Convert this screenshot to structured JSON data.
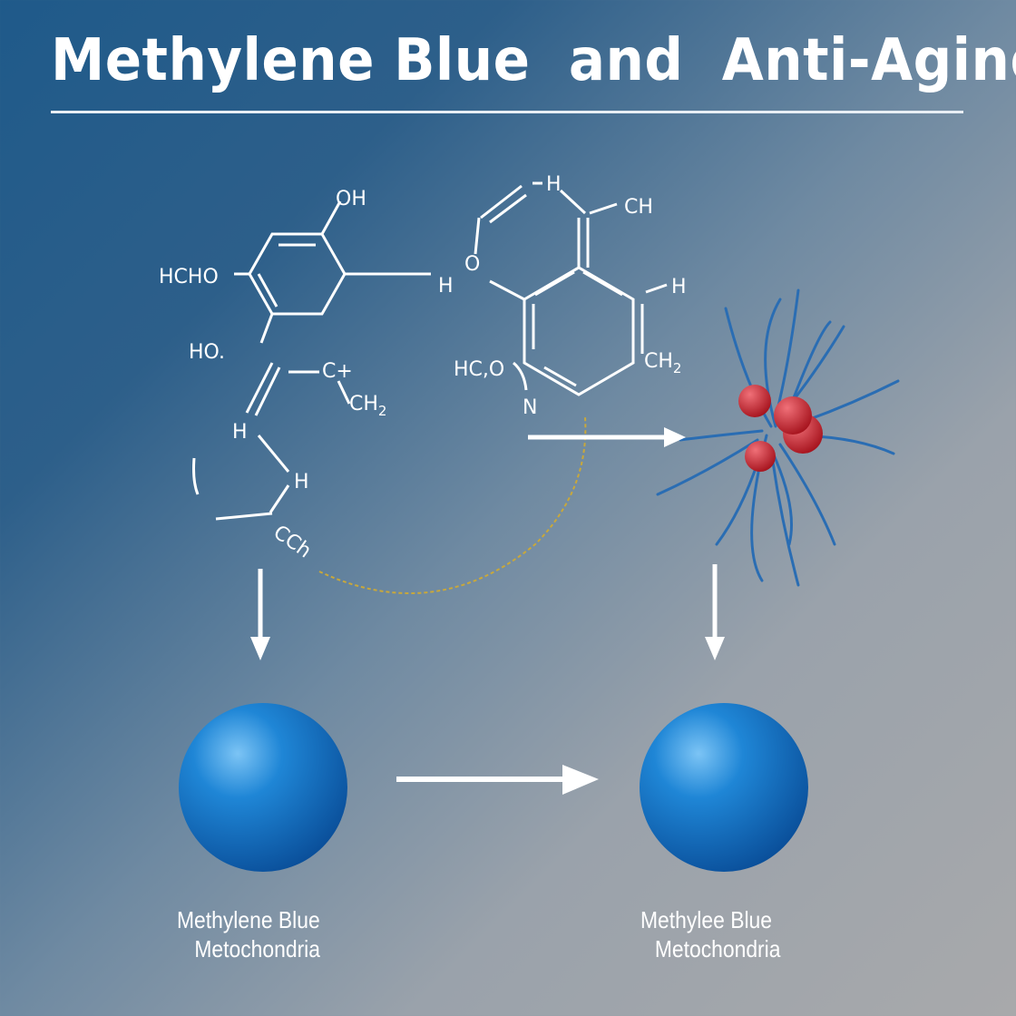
{
  "title": "Methylene Blue  and  Anti-Aging",
  "molecule_labels": {
    "oh": "OH",
    "hcho": "HCHO",
    "ho": "HO.",
    "c_plus": "C+",
    "ch2_left": "CH",
    "ch2_left_sub": "2",
    "h_left1": "H",
    "h_left2": "H",
    "h_link": "H",
    "o_link": "O",
    "h_top": "H",
    "ch_top": "CH",
    "h_right": "H",
    "hc2o": "HC,O",
    "n": "N",
    "ch2_right": "CH",
    "ch2_right_sub": "2",
    "cch": "CCh"
  },
  "spheres": [
    {
      "label_line1": "Methylene Blue",
      "label_line2": "Metochondria"
    },
    {
      "label_line1": "Methylee Blue",
      "label_line2": "Metochondria"
    }
  ],
  "colors": {
    "sphere": "#1a78c8",
    "neuron": "#2a6db3",
    "atom": "#d42a35",
    "dashed_path": "#c9a83a"
  }
}
